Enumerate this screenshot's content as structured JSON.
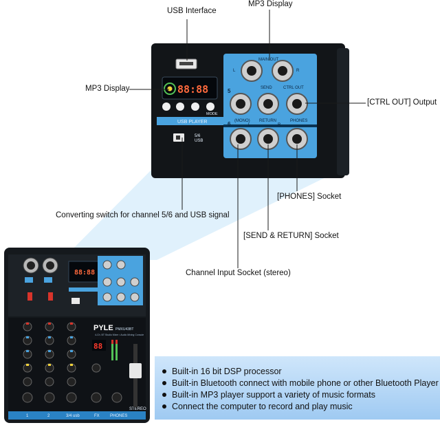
{
  "callouts": {
    "usb_interface": "USB Interface",
    "mp3_display_top": "MP3 Display",
    "mp3_display_left": "MP3 Display",
    "ctrl_out": "[CTRL OUT] Output",
    "phones": "[PHONES] Socket",
    "converting_switch": "Converting switch for channel 5/6 and USB signal",
    "send_return": "[SEND & RETURN] Socket",
    "channel_input": "Channel Input Socket (stereo)"
  },
  "panel_labels": {
    "main_out": "MAIN OUT",
    "left": "L",
    "right": "R",
    "send": "SEND",
    "ctrl_out": "CTRL OUT",
    "return": "RETURN",
    "phones": "PHONES",
    "mono": "(MONO)",
    "usb_player": "USB PLAYER",
    "mode": "MODE",
    "switch_label": "5/6\nUSB",
    "switch_label_line1": "5/6",
    "switch_label_line2": "USB",
    "lcd_digits": "88:88",
    "channel_5": "5",
    "channel_6": "6"
  },
  "mixer_labels": {
    "brand": "PYLE",
    "model": "PMXU43BT",
    "tagline": "4-Ch. BT Studio Mixer • Audio Mixing Console",
    "ch1": "1",
    "ch2": "2",
    "ch34": "3/4 usb",
    "fx": "FX",
    "phones": "PHONES",
    "stereo": "STEREO",
    "dsp_digits": "88"
  },
  "features": [
    "Built-in 16 bit DSP processor",
    "Built-in Bluetooth connect with mobile phone or other Bluetooth Player",
    "Built-in MP3 player support a variety of music formats",
    "Connect the computer to record and play music"
  ],
  "colors": {
    "panel_blue": "#4aa3df",
    "panel_dark": "#111417",
    "accent_red": "#d8342b",
    "feature_bar": "#b7d8f6",
    "lcd": "#ff6a3d"
  }
}
